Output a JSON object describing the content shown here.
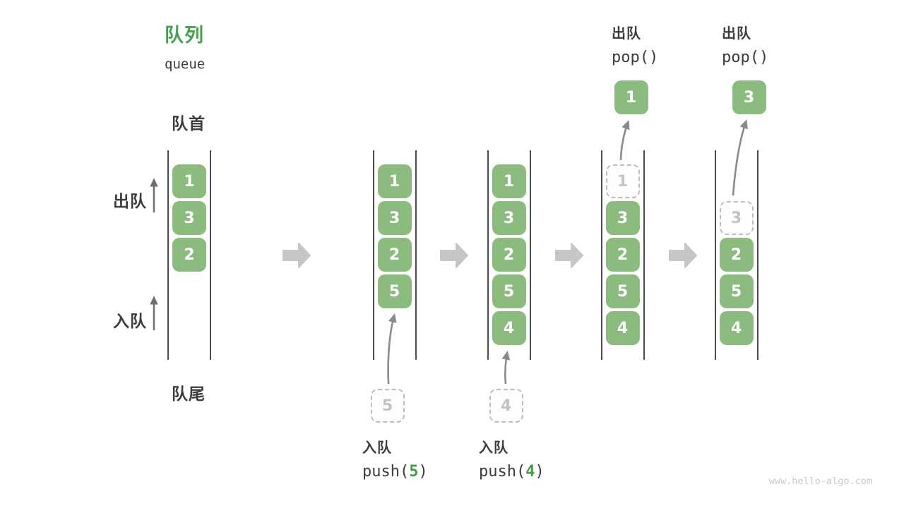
{
  "header": {
    "title_zh": "队列",
    "title_en": "queue"
  },
  "side_labels": {
    "front": "队首",
    "rear": "队尾",
    "dequeue_direction": "出队",
    "enqueue_direction": "入队"
  },
  "columns": [
    {
      "slots": [
        {
          "v": "1",
          "t": "f"
        },
        {
          "v": "3",
          "t": "f"
        },
        {
          "v": "2",
          "t": "f"
        }
      ]
    },
    {
      "slots": [
        {
          "v": "1",
          "t": "f"
        },
        {
          "v": "3",
          "t": "f"
        },
        {
          "v": "2",
          "t": "f"
        },
        {
          "v": "5",
          "t": "f"
        }
      ],
      "ghost_below": "5",
      "op_below": {
        "label": "入队",
        "code_pre": "push(",
        "code_num": "5",
        "code_post": ")"
      }
    },
    {
      "slots": [
        {
          "v": "1",
          "t": "f"
        },
        {
          "v": "3",
          "t": "f"
        },
        {
          "v": "2",
          "t": "f"
        },
        {
          "v": "5",
          "t": "f"
        },
        {
          "v": "4",
          "t": "f"
        }
      ],
      "ghost_below": "4",
      "op_below": {
        "label": "入队",
        "code_pre": "push(",
        "code_num": "4",
        "code_post": ")"
      }
    },
    {
      "slots": [
        {
          "v": "1",
          "t": "g"
        },
        {
          "v": "3",
          "t": "f"
        },
        {
          "v": "2",
          "t": "f"
        },
        {
          "v": "5",
          "t": "f"
        },
        {
          "v": "4",
          "t": "f"
        }
      ],
      "float_above": "1",
      "op_above": {
        "label": "出队",
        "code": "pop()"
      }
    },
    {
      "slots": [
        {
          "t": "e"
        },
        {
          "v": "3",
          "t": "g"
        },
        {
          "v": "2",
          "t": "f"
        },
        {
          "v": "5",
          "t": "f"
        },
        {
          "v": "4",
          "t": "f"
        }
      ],
      "float_above": "3",
      "op_above": {
        "label": "出队",
        "code": "pop()"
      }
    }
  ],
  "colors": {
    "box_green": "#8bbb7e",
    "title_green": "#47a04e",
    "code_number_green": "#479944"
  },
  "watermark": "www.hello-algo.com"
}
